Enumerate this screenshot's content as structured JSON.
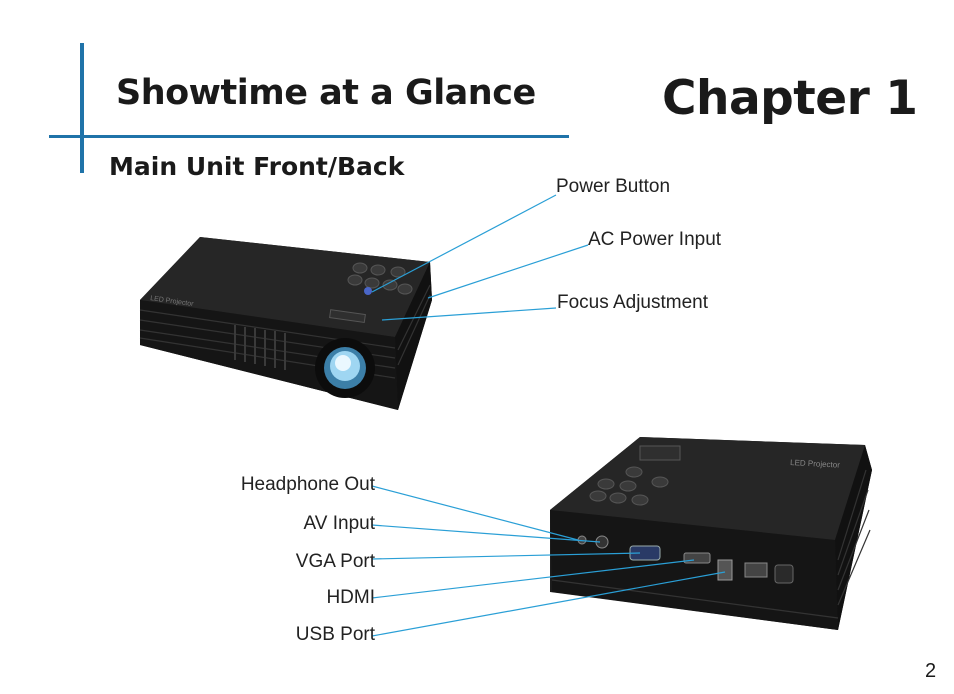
{
  "header": {
    "section_title": "Showtime at a Glance",
    "chapter": "Chapter 1"
  },
  "subtitle": "Main Unit Front/Back",
  "front_labels": {
    "power_button": "Power Button",
    "ac_power_input": "AC Power Input",
    "focus_adjustment": "Focus Adjustment"
  },
  "back_labels": {
    "headphone_out": "Headphone Out",
    "av_input": "AV Input",
    "vga_port": "VGA Port",
    "hdmi": "HDMI",
    "usb_port": "USB Port"
  },
  "page_number": "2",
  "colors": {
    "accent": "#1f73a9",
    "callout_line": "#2a9fd6",
    "device_body": "#1b1b1b"
  }
}
